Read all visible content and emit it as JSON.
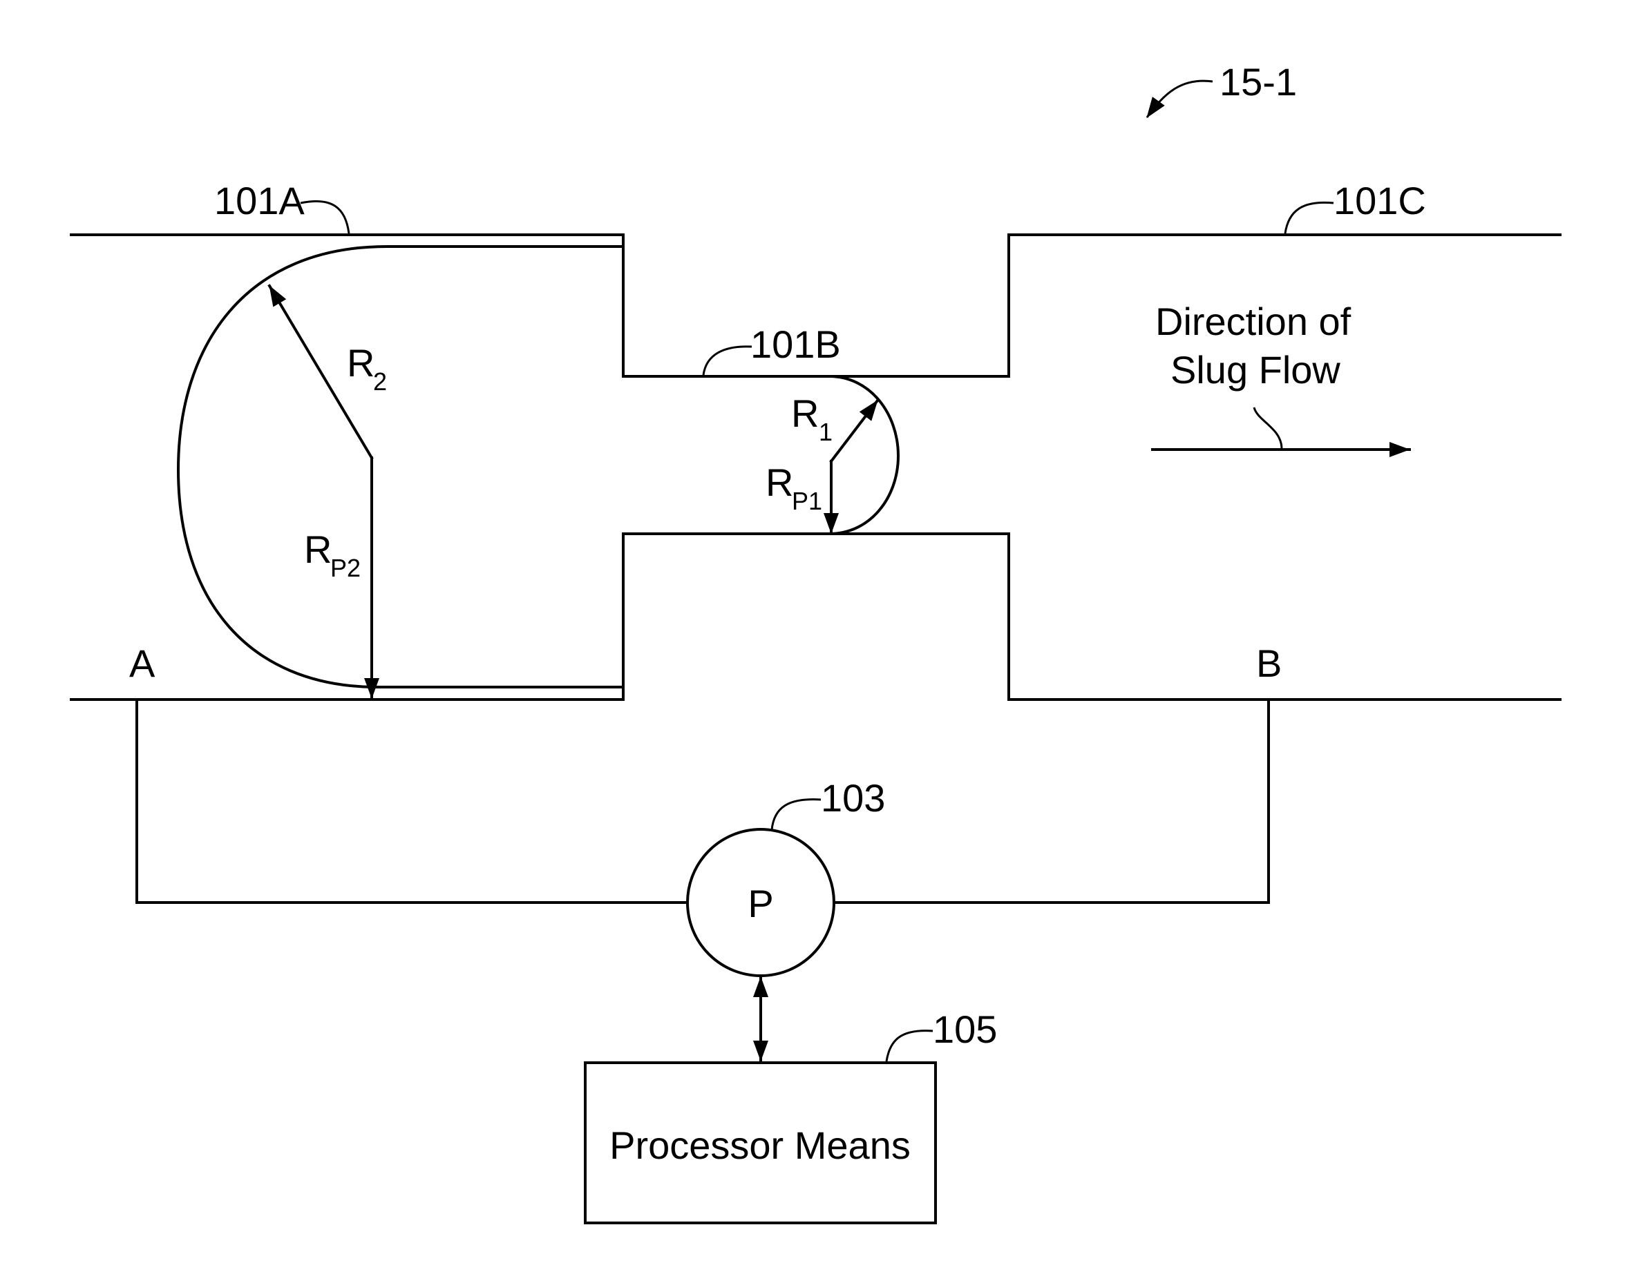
{
  "figure": {
    "figure_ref": "15-1",
    "labels": {
      "section_a": "101A",
      "section_b": "101B",
      "section_c": "101C",
      "sensor": "103",
      "processor_ref": "105",
      "point_a": "A",
      "point_b": "B",
      "sensor_symbol": "P",
      "flow_line1": "Direction of",
      "flow_line2": "Slug Flow",
      "processor_box": "Processor Means"
    },
    "dimensions": {
      "r2_main": "R",
      "r2_sub": "2",
      "rp2_main": "R",
      "rp2_sub": "P2",
      "r1_main": "R",
      "r1_sub": "1",
      "rp1_main": "R",
      "rp1_sub": "P1"
    }
  }
}
